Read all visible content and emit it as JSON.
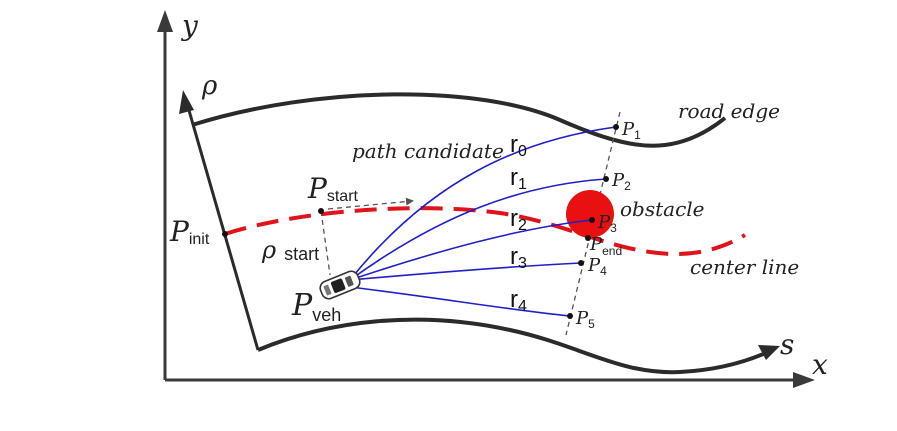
{
  "axes": {
    "x_label": "x",
    "y_label": "y",
    "s_label": "s",
    "rho_label": "ρ"
  },
  "labels": {
    "road_edge": "road edge",
    "path_candidate": "path candidate",
    "obstacle": "obstacle",
    "center_line": "center line"
  },
  "points": {
    "p_init": {
      "main": "P",
      "sub": "init"
    },
    "p_start": {
      "main": "P",
      "sub": "start"
    },
    "rho_start": {
      "main": "ρ",
      "sub": "start"
    },
    "p_veh": {
      "main": "P",
      "sub": "veh"
    },
    "p_end": {
      "main": "P",
      "sub": "end"
    },
    "p1": {
      "main": "P",
      "sub": "1"
    },
    "p2": {
      "main": "P",
      "sub": "2"
    },
    "p3": {
      "main": "P",
      "sub": "3"
    },
    "p4": {
      "main": "P",
      "sub": "4"
    },
    "p5": {
      "main": "P",
      "sub": "5"
    }
  },
  "paths": [
    {
      "main": "r",
      "sub": "0"
    },
    {
      "main": "r",
      "sub": "1"
    },
    {
      "main": "r",
      "sub": "2"
    },
    {
      "main": "r",
      "sub": "3"
    },
    {
      "main": "r",
      "sub": "4"
    }
  ],
  "colors": {
    "axis": "#3a3a3a",
    "road": "#2b2b2b",
    "path": "#2020c8",
    "center_line": "#e0121a",
    "obstacle": "#e81010",
    "dashed": "#555555"
  }
}
